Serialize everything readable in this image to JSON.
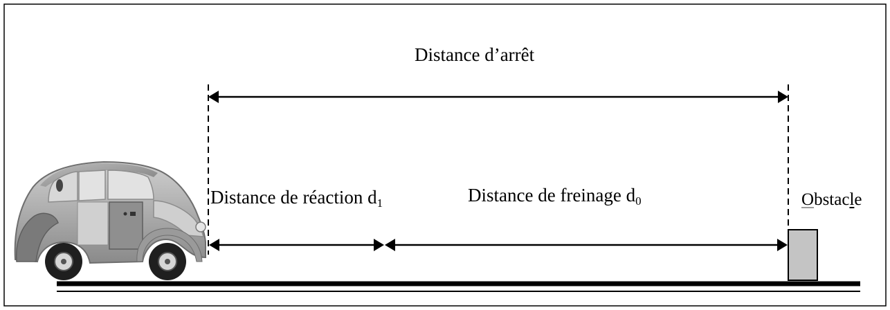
{
  "labels": {
    "stopping_distance": "Distance d’arrêt",
    "reaction_text": "Distance de réaction d",
    "reaction_sub": "1",
    "braking_text": "Distance de freinage d",
    "braking_sub": "0",
    "obstacle_part1": "O",
    "obstacle_part2": "bstac",
    "obstacle_part3": "l",
    "obstacle_part4": "e"
  },
  "icons": {
    "car": "car-icon",
    "obstacle": "obstacle-block"
  },
  "colors": {
    "line": "#000000",
    "obstacle_fill": "#c4c4c4",
    "car_body": "#a8a8a8"
  }
}
